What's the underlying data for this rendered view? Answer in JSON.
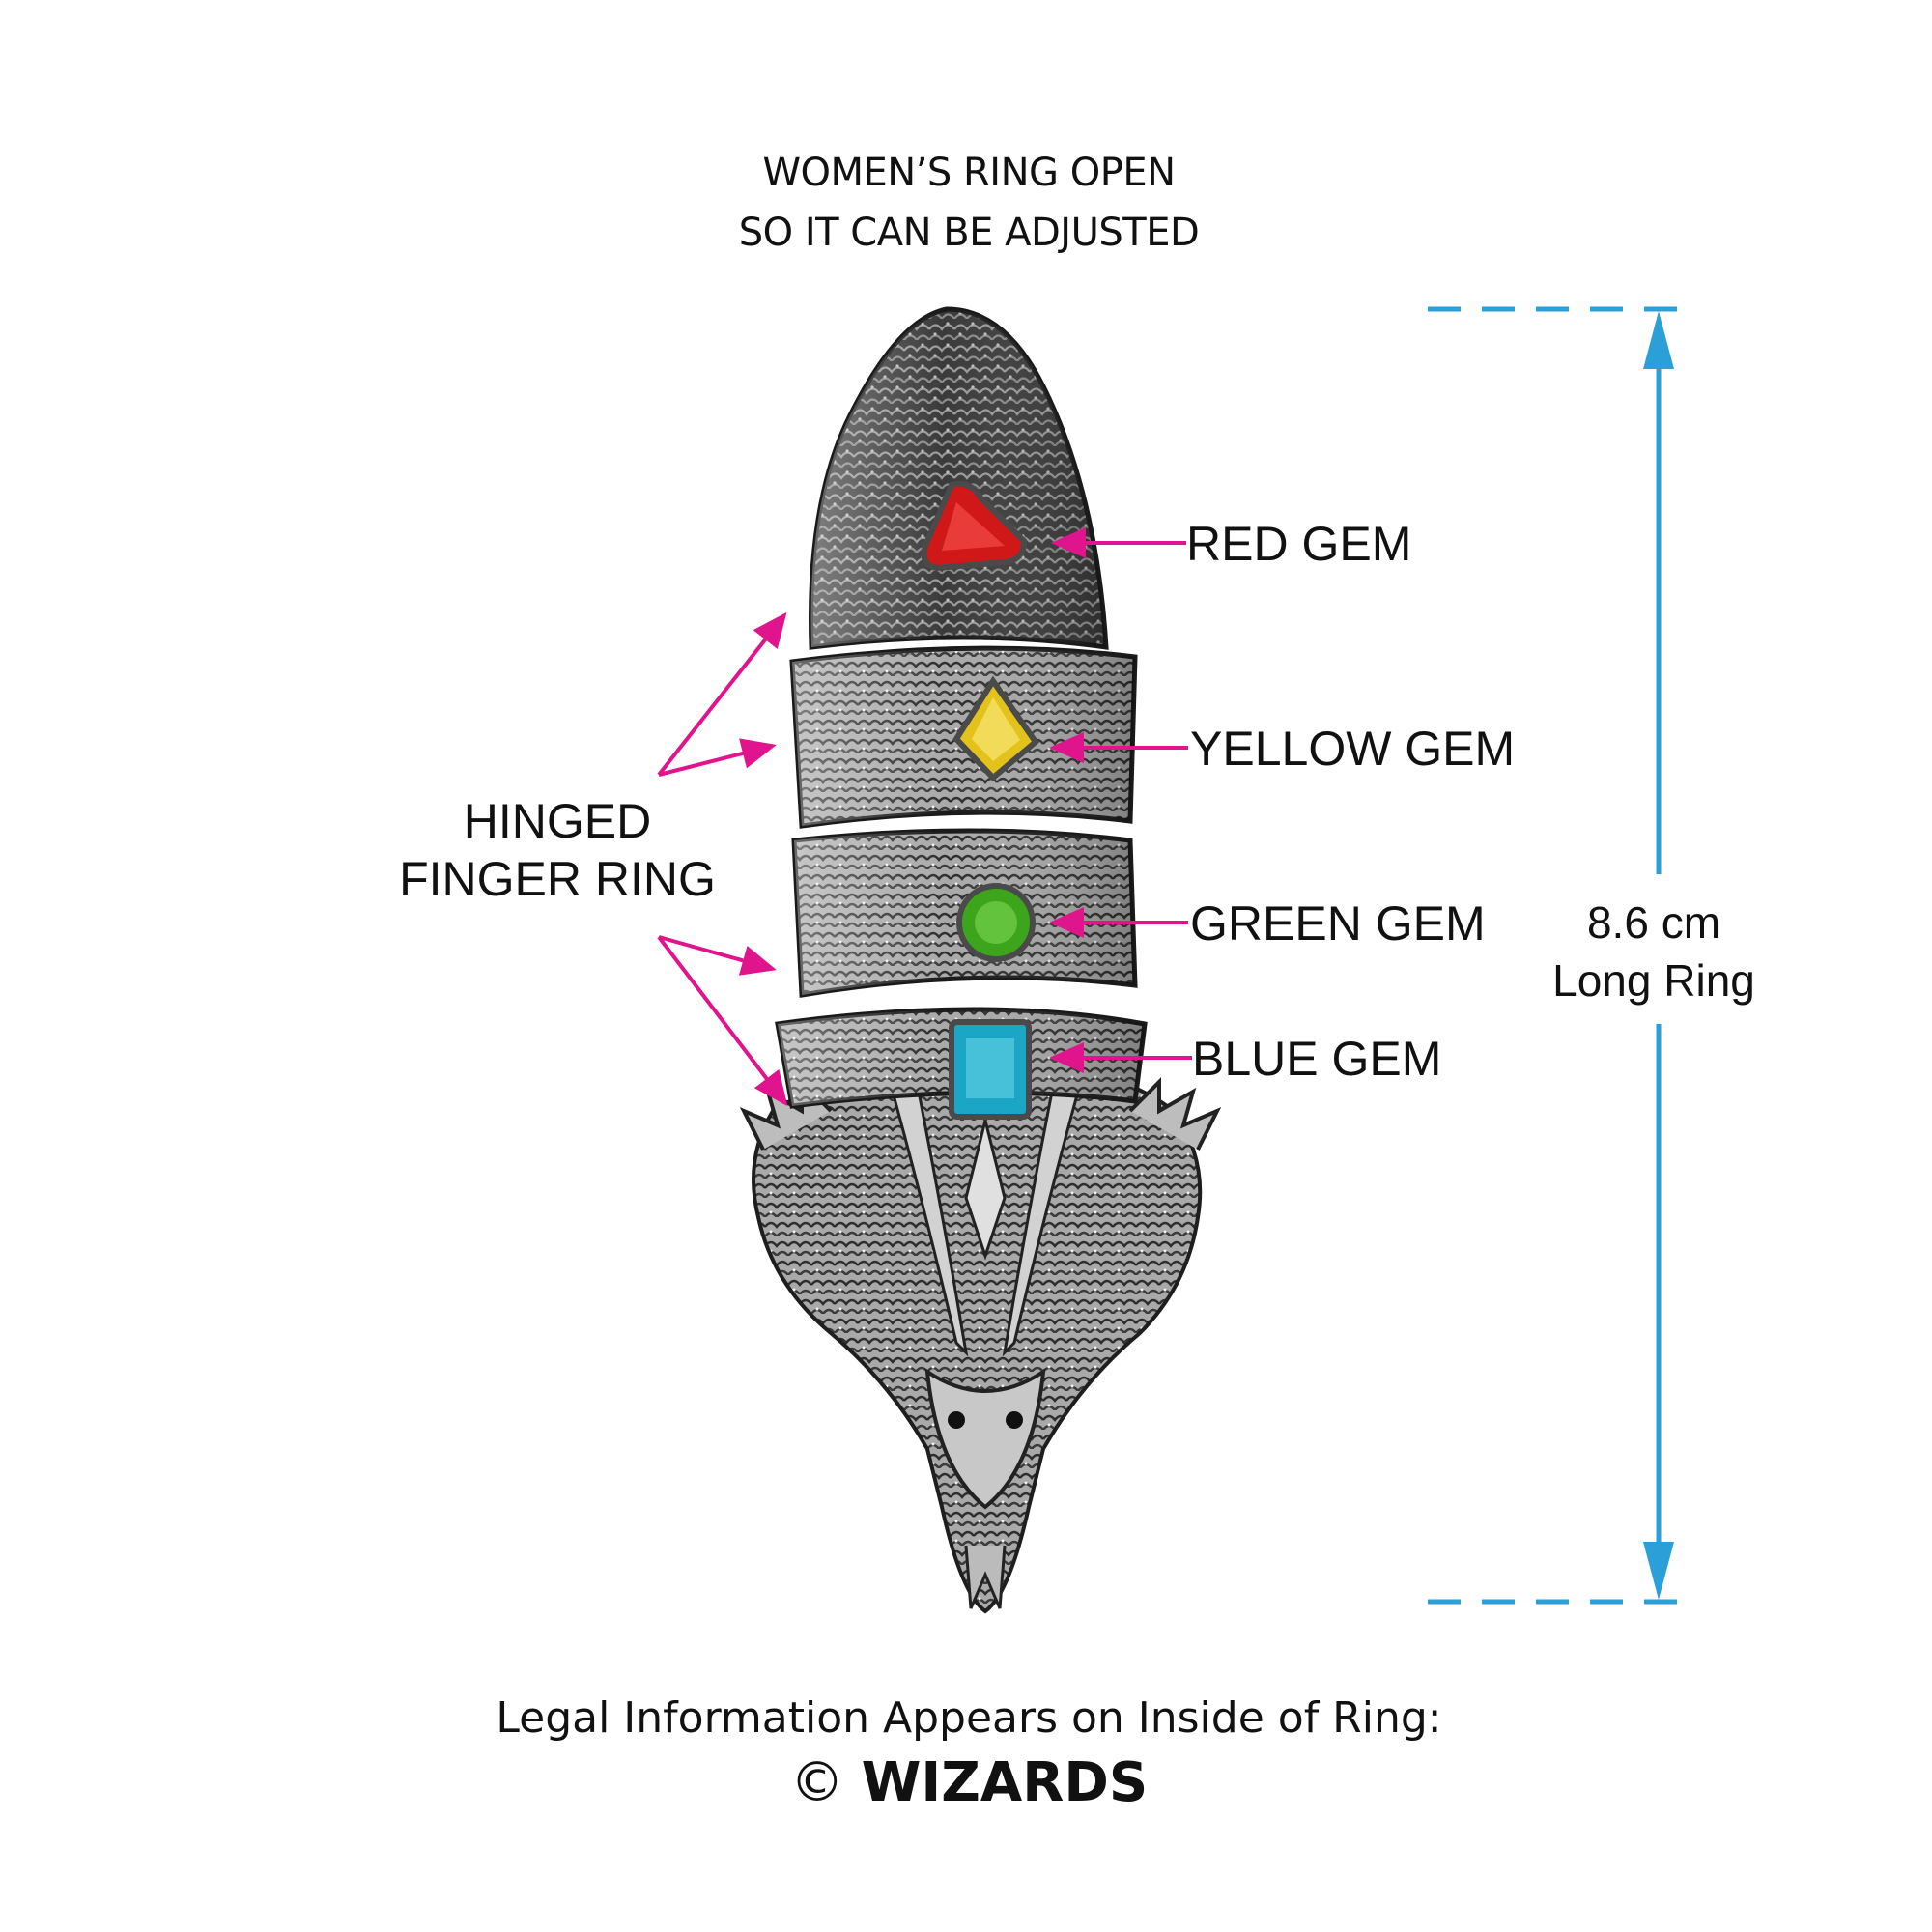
{
  "title": {
    "line1": "WOMEN’S RING OPEN",
    "line2": "SO IT CAN BE ADJUSTED"
  },
  "gems": [
    {
      "label": "RED GEM",
      "color": "#d01818"
    },
    {
      "label": "YELLOW GEM",
      "color": "#e3c21c"
    },
    {
      "label": "GREEN GEM",
      "color": "#3da51c"
    },
    {
      "label": "BLUE GEM",
      "color": "#1aa6c4"
    }
  ],
  "hinged_label": {
    "line1": "HINGED",
    "line2": "FINGER RING"
  },
  "measurement": {
    "value": "8.6 cm",
    "caption": "Long Ring"
  },
  "legal": {
    "text": "Legal Information Appears on Inside of Ring:",
    "symbol": "©",
    "brand": "WIZARDS"
  },
  "colors": {
    "pointer": "#e0148c",
    "dimension": "#2a9fd8",
    "metal_dark": "#2a2a2a",
    "metal_light": "#c9c9c9"
  },
  "icons": {
    "ring": "dragon-ring-image",
    "arrow": "arrow-icon"
  }
}
